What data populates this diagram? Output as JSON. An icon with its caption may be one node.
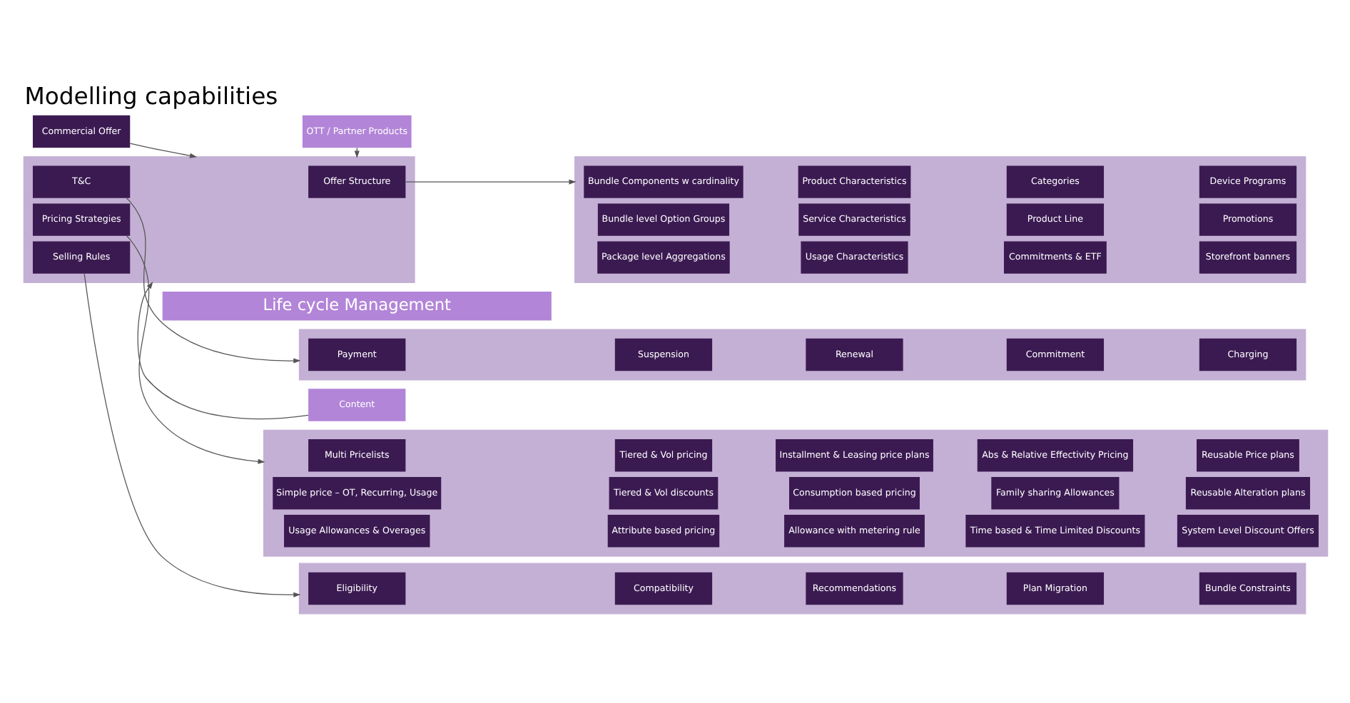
{
  "diagram": {
    "title": "Modelling capabilities",
    "nodes": [
      {
        "text": [
          "Commercial Offer"
        ]
      },
      {
        "text": [],
        "shape": "box"
      },
      {
        "text": [
          "Offer Structure"
        ],
        "in": 1
      },
      {
        "text": [
          "Pricing Strategies"
        ],
        "in": 1
      },
      {
        "text": [
          "Selling Rules"
        ],
        "in": 1
      },
      {
        "text": [
          "T&C"
        ],
        "in": 1
      },
      {
        "text": [],
        "shape": "box"
      },
      {
        "text": [
          "Bundle Components w cardinality"
        ],
        "in": 6
      },
      {
        "text": [
          "Product Characteristics"
        ],
        "in": 6
      },
      {
        "text": [
          "Categories"
        ],
        "in": 6
      },
      {
        "text": [
          "Device Programs"
        ],
        "in": 6
      },
      {
        "text": [
          "Bundle level Option Groups"
        ],
        "in": 6
      },
      {
        "text": [
          "Service Characteristics"
        ],
        "in": 6
      },
      {
        "text": [
          "Product Line"
        ],
        "in": 6
      },
      {
        "text": [
          "Promotions"
        ],
        "in": 6
      },
      {
        "text": [
          "Package level Aggregations"
        ],
        "in": 6
      },
      {
        "text": [
          "Usage Characteristics"
        ],
        "in": 6
      },
      {
        "text": [
          "Commitments & ETF"
        ],
        "in": 6
      },
      {
        "text": [
          "Storefront banners"
        ],
        "in": 6
      },
      {
        "text": [],
        "shape": "box"
      },
      {
        "text": [
          "Multi Pricelists"
        ],
        "in": 19
      },
      {
        "text": [
          "Tiered & Vol pricing"
        ],
        "in": 19
      },
      {
        "text": [
          "Installment & Leasing price plans"
        ],
        "in": 19
      },
      {
        "text": [
          "Abs & Relative Effectivity Pricing"
        ],
        "in": 19
      },
      {
        "text": [
          "Reusable Price plans"
        ],
        "in": 19
      },
      {
        "text": [
          "Simple price – OT, Recurring, Usage"
        ],
        "in": 19
      },
      {
        "text": [
          "Tiered & Vol discounts"
        ],
        "in": 19
      },
      {
        "text": [
          "Consumption based pricing"
        ],
        "in": 19
      },
      {
        "text": [
          "Family sharing Allowances"
        ],
        "in": 19
      },
      {
        "text": [
          "Reusable Alteration plans"
        ],
        "in": 19
      },
      {
        "text": [
          "Usage Allowances & Overages"
        ],
        "in": 19
      },
      {
        "text": [
          "Attribute based pricing"
        ],
        "in": 19
      },
      {
        "text": [
          "Allowance with metering rule"
        ],
        "in": 19
      },
      {
        "text": [
          "Time based & Time Limited Discounts"
        ],
        "in": 19
      },
      {
        "text": [
          "System Level Discount Offers"
        ],
        "in": 19
      },
      {
        "text": [],
        "shape": "box"
      },
      {
        "text": [
          "Eligibility"
        ],
        "in": 35
      },
      {
        "text": [
          "Compatibility"
        ],
        "in": 35
      },
      {
        "text": [
          "Recommendations"
        ],
        "in": 35
      },
      {
        "text": [
          "Plan Migration"
        ],
        "in": 35
      },
      {
        "text": [
          "Bundle Constraints"
        ],
        "in": 35
      },
      {
        "text": [],
        "shape": "box"
      },
      {
        "text": [
          "Payment"
        ],
        "in": 41
      },
      {
        "text": [
          "Suspension"
        ],
        "in": 41
      },
      {
        "text": [
          "Renewal"
        ],
        "in": 41
      },
      {
        "text": [
          "Commitment"
        ],
        "in": 41
      },
      {
        "text": [
          "Charging"
        ],
        "in": 41
      },
      {
        "text": [
          "Content"
        ]
      },
      {
        "text": [
          "OTT / Partner Products"
        ]
      },
      {
        "text": [
          "Life cycle Management"
        ]
      }
    ],
    "edges": [
      {
        "from": 0,
        "to": 1,
        "arrow": "to"
      },
      {
        "from": 2,
        "to": 6,
        "arrow": "to"
      },
      {
        "from": 3,
        "to": 19,
        "arrow": "to"
      },
      {
        "from": 4,
        "to": 35,
        "arrow": "to"
      },
      {
        "from": 5,
        "to": 41,
        "arrow": "to"
      },
      {
        "from": 47,
        "to": 1,
        "arrow": "to"
      },
      {
        "from": 48,
        "to": 1,
        "arrow": "to"
      }
    ]
  }
}
